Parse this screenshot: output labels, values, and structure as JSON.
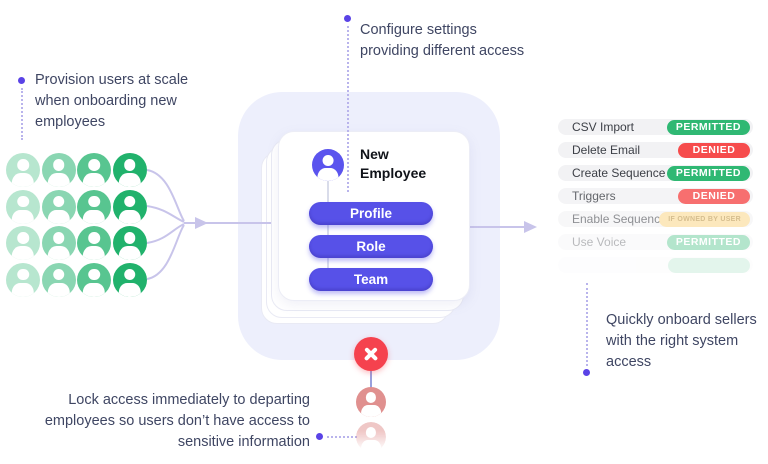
{
  "notes": {
    "top": "Configure settings\nproviding different access",
    "left": "Provision users at scale\nwhen onboarding new\nemployees",
    "bottom_left": "Lock access immediately to departing\nemployees so users don’t have access to\nsensitive information",
    "bottom_right": "Quickly onboard sellers\nwith the right system\naccess"
  },
  "card": {
    "title": "New Employee",
    "buttons": [
      {
        "label": "Profile"
      },
      {
        "label": "Role"
      },
      {
        "label": "Team"
      }
    ]
  },
  "permissions": [
    {
      "label": "CSV Import",
      "badge": "PERMITTED",
      "status": "permitted"
    },
    {
      "label": "Delete Email",
      "badge": "DENIED",
      "status": "denied"
    },
    {
      "label": "Create Sequence",
      "badge": "PERMITTED",
      "status": "permitted"
    },
    {
      "label": "Triggers",
      "badge": "DENIED",
      "status": "denied"
    },
    {
      "label": "Enable Sequence",
      "badge": "IF OWNED BY USER",
      "status": "conditional"
    },
    {
      "label": "Use Voice",
      "badge": "PERMITTED",
      "status": "permitted"
    },
    {
      "label": "",
      "badge": "",
      "status": "permitted"
    }
  ],
  "user_grid": {
    "rows": 4,
    "cols": 4
  },
  "offboarding_avatars": 2,
  "icons": {
    "user_avatar": "user-avatar-icon",
    "remove": "remove-x-icon"
  },
  "colors": {
    "accent_purple": "#5751e8",
    "avatar_purple": "#5b54ee",
    "dot_purple": "#5a43e6",
    "line_lavender": "#c8c4ea",
    "panel_lavender": "#edeffc",
    "user_green": "#21b26c",
    "status_permitted": "#2fb873",
    "status_denied": "#f64c4c",
    "status_conditional": "#fbd88e",
    "danger_red": "#f5424e",
    "departing_pink": "#e0908f",
    "note_text": "#3f4663"
  }
}
